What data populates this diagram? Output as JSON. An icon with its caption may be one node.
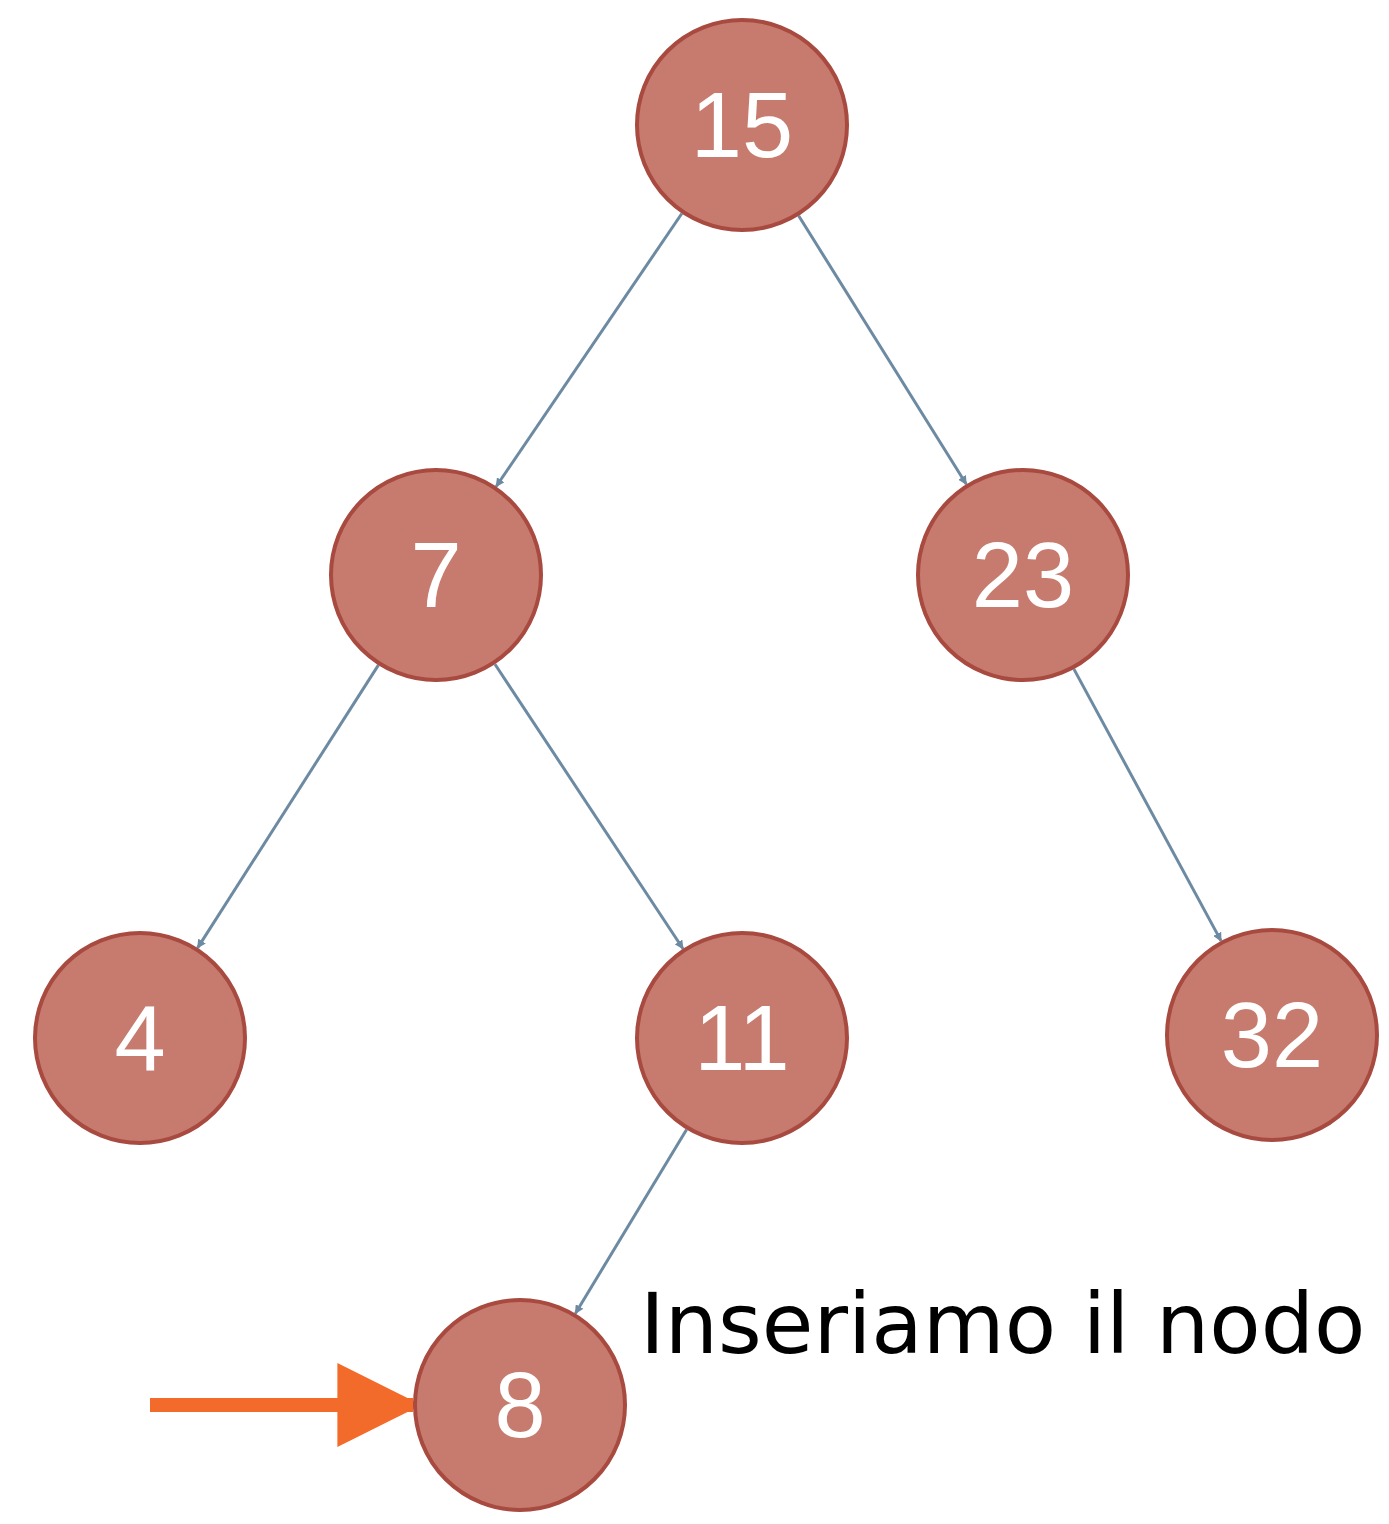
{
  "diagram": {
    "nodes": [
      {
        "text": [
          "15"
        ]
      },
      {
        "text": [
          "7"
        ]
      },
      {
        "text": [
          "23"
        ]
      },
      {
        "text": [
          "4"
        ]
      },
      {
        "text": [
          "11"
        ]
      },
      {
        "text": [
          "32"
        ]
      },
      {
        "text": [
          "8"
        ]
      }
    ],
    "edges": [
      {
        "from": 0,
        "to": 1,
        "arrow": "to"
      },
      {
        "from": 0,
        "to": 2,
        "arrow": "to"
      },
      {
        "from": 1,
        "to": 3,
        "arrow": "to"
      },
      {
        "from": 1,
        "to": 4,
        "arrow": "to"
      },
      {
        "from": 2,
        "to": 5,
        "arrow": "to"
      },
      {
        "from": 4,
        "to": 6,
        "arrow": "to"
      },
      {
        "from": null,
        "to": 6,
        "arrow": "to",
        "style": "thick",
        "color": "#f26b2a"
      }
    ],
    "labels": [
      "Inseriamo il nodo"
    ]
  }
}
